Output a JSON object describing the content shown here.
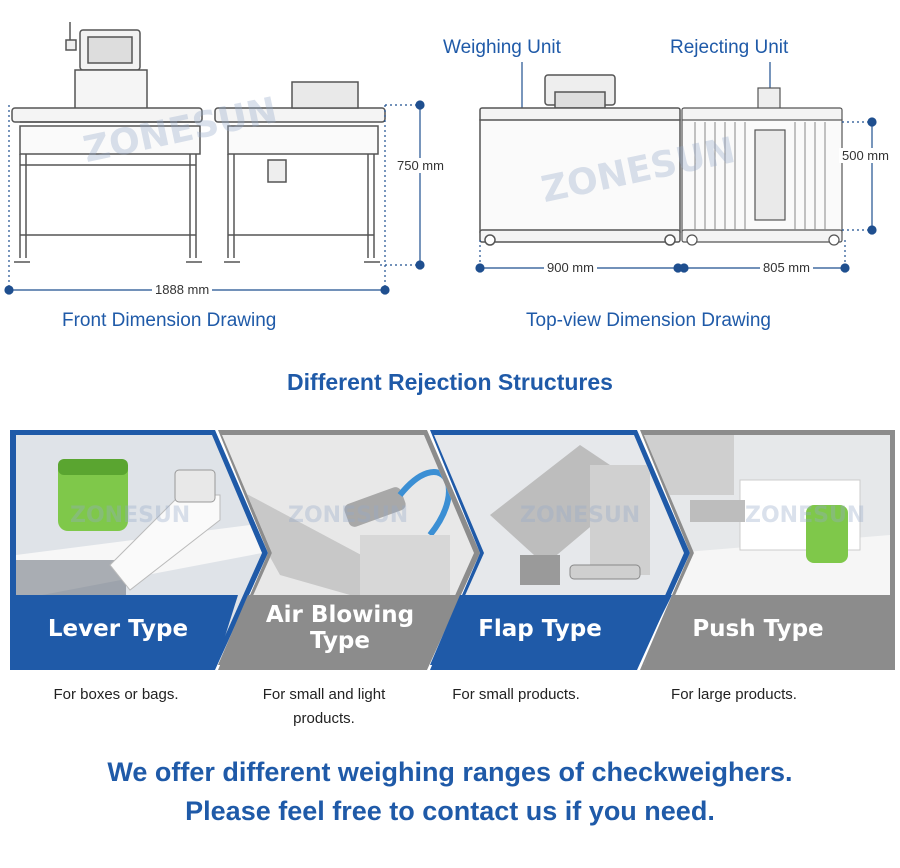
{
  "drawings": {
    "front": {
      "caption": "Front Dimension Drawing",
      "width_label": "1888 mm",
      "height_label": "750 mm"
    },
    "top": {
      "caption": "Top-view Dimension Drawing",
      "weighing_unit_label": "Weighing Unit",
      "rejecting_unit_label": "Rejecting Unit",
      "weighing_width_label": "900 mm",
      "rejecting_width_label": "805 mm",
      "depth_label": "500 mm"
    },
    "watermark": "ZONESUN"
  },
  "rejection": {
    "title": "Different Rejection Structures",
    "types": [
      {
        "label_line1": "Lever Type",
        "label_line2": "",
        "description_line1": "For boxes or bags.",
        "description_line2": "",
        "accent": "#1f5aa8"
      },
      {
        "label_line1": "Air Blowing",
        "label_line2": "Type",
        "description_line1": "For small and light",
        "description_line2": "products.",
        "accent": "#8c8c8c"
      },
      {
        "label_line1": "Flap Type",
        "label_line2": "",
        "description_line1": "For small products.",
        "description_line2": "",
        "accent": "#1f5aa8"
      },
      {
        "label_line1": "Push Type",
        "label_line2": "",
        "description_line1": "For large products.",
        "description_line2": "",
        "accent": "#8c8c8c"
      }
    ]
  },
  "footer": {
    "line1": "We offer different weighing ranges of checkweighers.",
    "line2": "Please feel free to contact us if you need."
  },
  "colors": {
    "brand_blue": "#1f5aa8",
    "panel_gray": "#8c8c8c",
    "dim_line": "#1f4f8f"
  }
}
